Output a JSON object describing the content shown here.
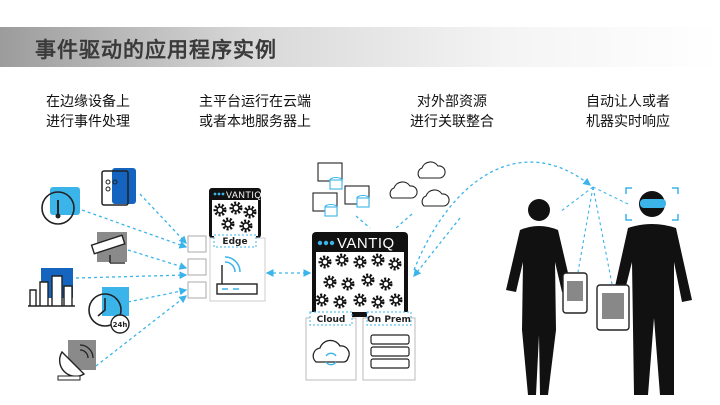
{
  "title": "事件驱动的应用程序实例",
  "columns": [
    {
      "line1": "在边缘设备上",
      "line2": "进行事件处理"
    },
    {
      "line1": "主平台运行在云端",
      "line2": "或者本地服务器上"
    },
    {
      "line1": "对外部资源",
      "line2": "进行关联整合"
    },
    {
      "line1": "自动让人或者",
      "line2": "机器实时响应"
    }
  ],
  "diagram": {
    "brand": "VANTIQ",
    "edge_label": "Edge",
    "cloud_label": "Cloud",
    "onprem_label": "On Prem",
    "clock_label": "24h"
  },
  "colors": {
    "accent": "#3bb4ea",
    "dark_blue": "#1565c0",
    "grey": "#8a8a8a"
  }
}
